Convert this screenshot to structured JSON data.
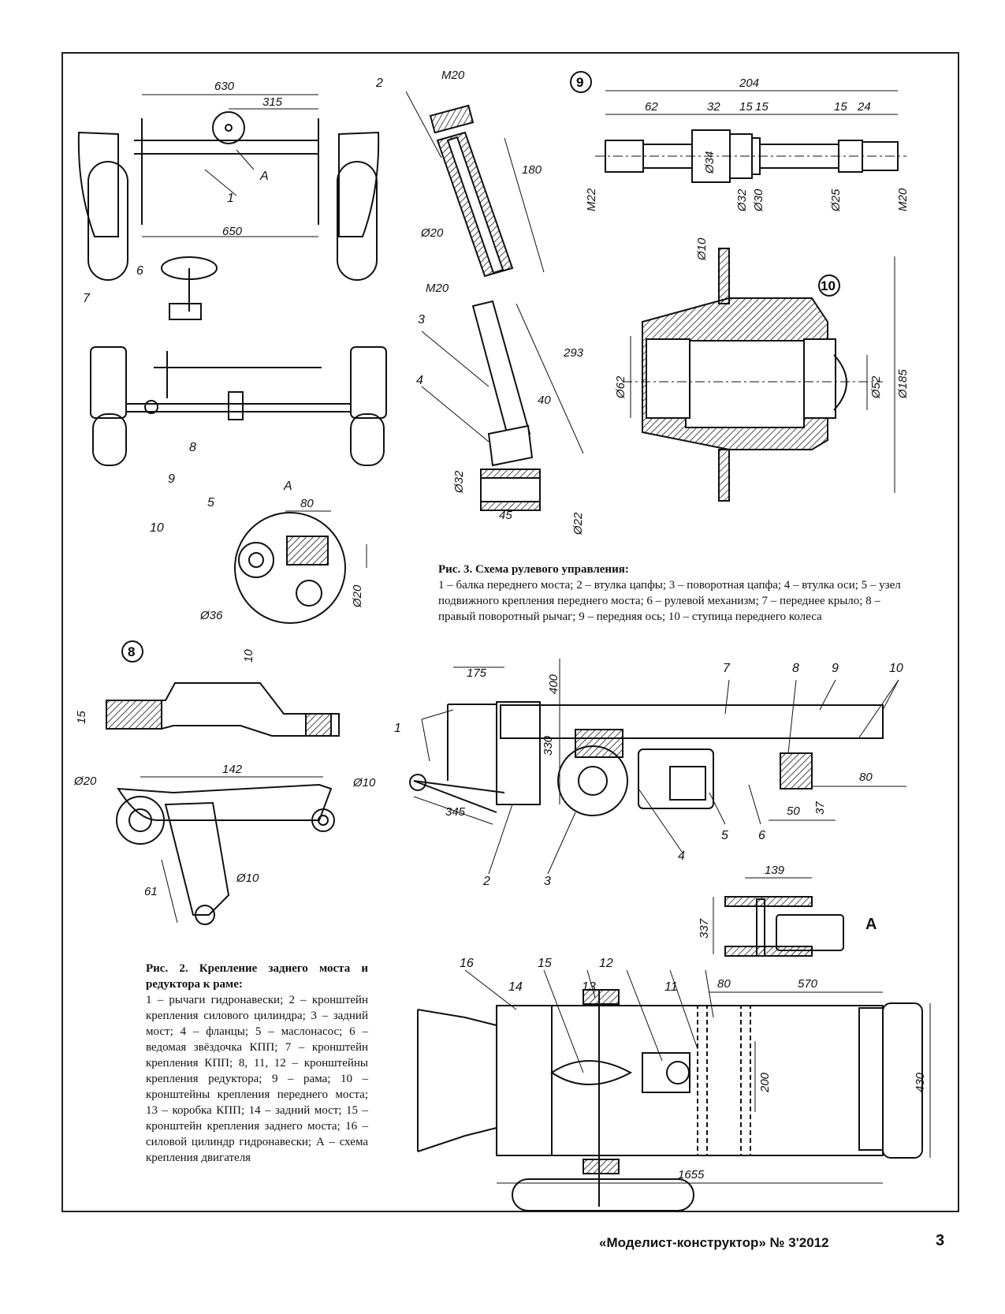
{
  "labels": {
    "fig1_top": {
      "d630": "630",
      "d315": "315",
      "d650": "650",
      "A": "A",
      "n1": "1",
      "n6": "6",
      "n7": "7",
      "n8": "8",
      "n9": "9",
      "n10": "10",
      "n5": "5"
    },
    "detailA": {
      "A": "A",
      "d80": "80",
      "d36": "Ø36",
      "d20": "Ø20"
    },
    "fig3_parts": {
      "n2": "2",
      "n3": "3",
      "n4": "4",
      "M20a": "M20",
      "M20b": "M20",
      "d180": "180",
      "d20": "Ø20",
      "d293": "293",
      "d40": "40",
      "d32": "Ø32",
      "d45": "45",
      "d22": "Ø22"
    },
    "detail9": {
      "num": "9",
      "d204": "204",
      "d62": "62",
      "d32": "32",
      "d15a": "15",
      "d15b": "15",
      "d15c": "15",
      "d24": "24",
      "M22": "M22",
      "d34": "Ø34",
      "d32b": "Ø32",
      "d30": "Ø30",
      "d25": "Ø25",
      "M20": "M20"
    },
    "detail10": {
      "num": "10",
      "d10": "Ø10",
      "d62": "Ø62",
      "d52": "Ø52",
      "d185": "Ø185"
    },
    "detail8": {
      "num": "8",
      "d10": "10",
      "d15": "15",
      "d142": "142",
      "d20": "Ø20",
      "d10b": "Ø10",
      "d61": "61",
      "d10c": "Ø10"
    },
    "fig2_side": {
      "d175": "175",
      "d400": "400",
      "d330": "330",
      "d345": "345",
      "d80": "80",
      "d50": "50",
      "d37": "37",
      "n1": "1",
      "n2": "2",
      "n3": "3",
      "n4": "4",
      "n5": "5",
      "n6": "6",
      "n7": "7",
      "n8": "8",
      "n9": "9",
      "n10": "10"
    },
    "fig2_top": {
      "d139": "139",
      "d337": "337",
      "A": "A",
      "d80": "80",
      "d570": "570",
      "d200": "200",
      "d430": "430",
      "d1655": "1655",
      "n16": "16",
      "n15": "15",
      "n14": "14",
      "n13": "13",
      "n12": "12",
      "n11": "11"
    }
  },
  "captions": {
    "fig3_title": "Рис. 3. Схема рулевого управления:",
    "fig3_text": "1 – балка переднего моста; 2 – втулка цапфы; 3 – поворотная цапфа; 4 – втулка оси; 5 – узел подвижного крепления переднего моста; 6 – рулевой механизм; 7 – переднее крыло; 8 – правый поворотный рычаг; 9 – передняя ось; 10 – ступица переднего колеса",
    "fig2_title": "Рис. 2. Крепление заднего моста и редуктора к раме:",
    "fig2_text": "1 – рычаги гидронавески; 2 – кронштейн крепления силового цилиндра; 3 – задний мост; 4 – фланцы; 5 – маслонасос; 6 – ведомая звёздочка КПП; 7 – кронштейн крепления КПП; 8, 11, 12 – кронштейны крепления редуктора; 9 – рама; 10 – кронштейны крепления переднего моста; 13 – коробка КПП; 14 – задний мост; 15 – кронштейн крепления заднего моста; 16 – силовой цилиндр гидронавески; А – схема крепления двигателя"
  },
  "footer": {
    "journal": "«Моделист-конструктор» № 3'2012",
    "page": "3"
  }
}
